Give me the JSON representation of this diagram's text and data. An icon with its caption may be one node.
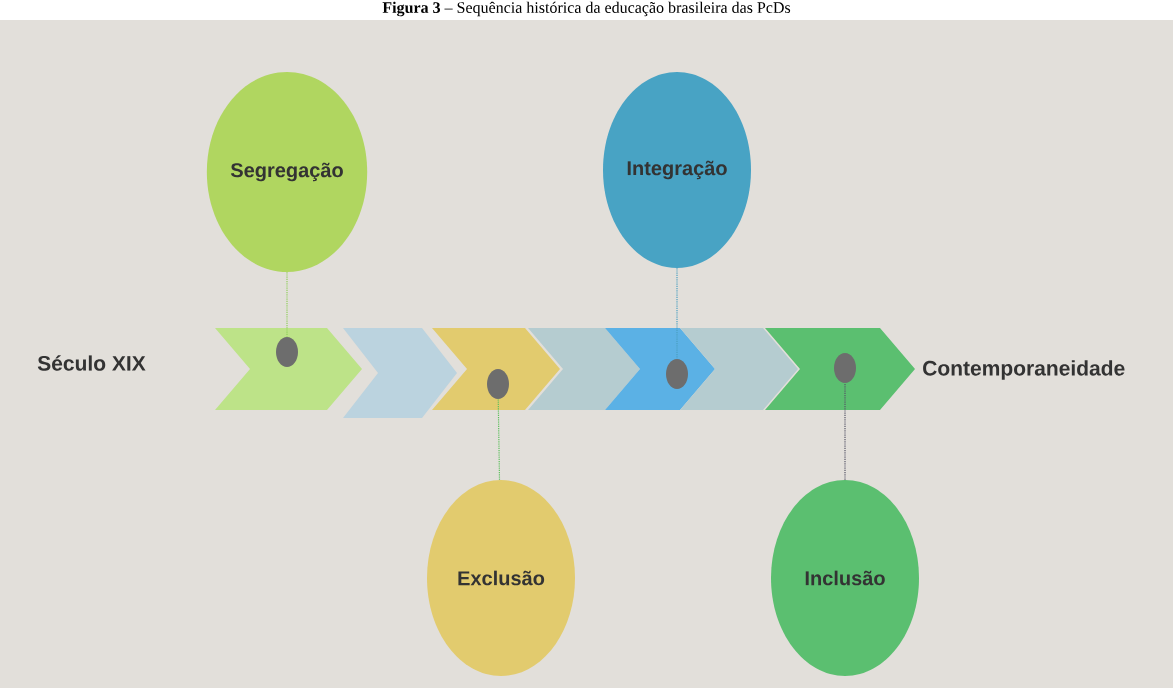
{
  "diagram": {
    "title": "**Figura 3** – Sequência histórica da educação brasileira das PcDs",
    "nodes": [
      {
        "text": [
          "Segregação"
        ]
      },
      {
        "text": [
          "Integração"
        ]
      },
      {
        "text": [],
        "shape": "circle"
      },
      {
        "text": [],
        "shape": "circle"
      },
      {
        "text": [],
        "shape": "circle"
      },
      {
        "text": [],
        "shape": "circle"
      },
      {
        "text": [
          "Exclusão"
        ]
      },
      {
        "text": [
          "Inclusão"
        ]
      }
    ],
    "edges": [
      {
        "from": 0,
        "to": 2,
        "arrow": "none",
        "style": "dashed",
        "color": "#8fcf5a"
      },
      {
        "from": 1,
        "to": 4,
        "arrow": "none",
        "style": "dashed",
        "color": "#4aa0c0"
      },
      {
        "from": 6,
        "to": 3,
        "arrow": "none",
        "style": "dashed",
        "color": "#5cbf5c"
      },
      {
        "from": 7,
        "to": 5,
        "arrow": "none",
        "style": "dashed",
        "color": "#555566"
      }
    ],
    "labels": [
      "Século XIX",
      "Contemporaneidade"
    ]
  }
}
